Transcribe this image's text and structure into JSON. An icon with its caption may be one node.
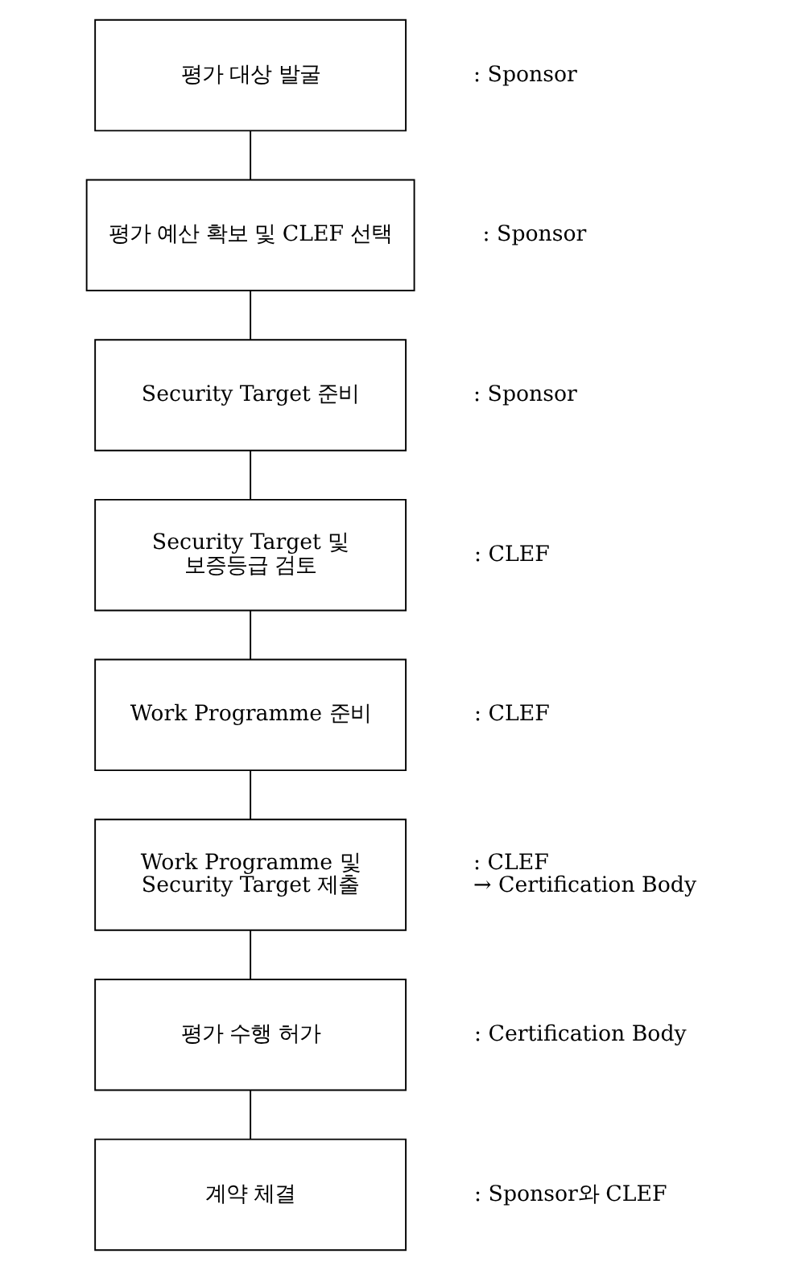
{
  "diagram": {
    "nodes": [
      {
        "text": [
          "평가 대상 발굴"
        ],
        "beside": [
          ": Sponsor"
        ]
      },
      {
        "text": [
          "평가 예산 확보 및 CLEF 선택"
        ],
        "beside": [
          ": Sponsor"
        ]
      },
      {
        "text": [
          "Security Target 준비"
        ],
        "beside": [
          ": Sponsor"
        ]
      },
      {
        "text": [
          "Security Target 및 보증등급 검토"
        ],
        "beside": [
          ": CLEF"
        ]
      },
      {
        "text": [
          "Work Programme 준비"
        ],
        "beside": [
          ": CLEF"
        ]
      },
      {
        "text": [
          "Work Programme 및 Security Target 제출"
        ],
        "beside": [
          ": CLEF",
          "→ Certification Body"
        ]
      },
      {
        "text": [
          "평가 수행 허가"
        ],
        "beside": [
          ": Certification Body"
        ]
      },
      {
        "text": [
          "계약 체결"
        ],
        "beside": [
          ": Sponsor와 CLEF"
        ]
      }
    ],
    "edges": [
      {
        "from": 0,
        "to": 1,
        "arrow": "none"
      },
      {
        "from": 1,
        "to": 2,
        "arrow": "none"
      },
      {
        "from": 2,
        "to": 3,
        "arrow": "none"
      },
      {
        "from": 3,
        "to": 4,
        "arrow": "none"
      },
      {
        "from": 4,
        "to": 5,
        "arrow": "none"
      },
      {
        "from": 5,
        "to": 6,
        "arrow": "none"
      },
      {
        "from": 6,
        "to": 7,
        "arrow": "none"
      }
    ]
  }
}
